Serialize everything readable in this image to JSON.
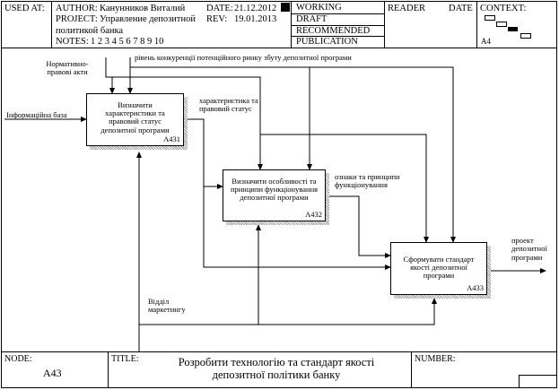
{
  "header": {
    "used_at_label": "USED AT:",
    "author_label": "AUTHOR:",
    "author_value": "Канунников Виталий",
    "project_label": "PROJECT:",
    "project_value_line1": "Управление депозитной",
    "project_value_line2": "политикой банка",
    "notes_label": "NOTES:",
    "notes_value": "1 2 3 4 5 6 7 8 9 10",
    "date_label": "DATE:",
    "date_value": "21.12.2012",
    "rev_label": "REV:",
    "rev_value": "19.01.2013",
    "status": [
      "WORKING",
      "DRAFT",
      "RECOMMENDED",
      "PUBLICATION"
    ],
    "reader_label": "READER",
    "reader_date_label": "DATE",
    "context_label": "CONTEXT:",
    "context_node": "A4"
  },
  "activities": [
    {
      "id": "A431",
      "label": "Визначити характеристики та правовий статус депозитної програми"
    },
    {
      "id": "A432",
      "label": "Визначити особливості та принципи функціонування депозитної програми"
    },
    {
      "id": "A433",
      "label": "Сформувати стандарт якості депозитної програми"
    }
  ],
  "arrows": {
    "normative": "Нормативно-правові акти",
    "competition": "рівень конкуренції потенційного ринку збуту депозитної програми",
    "info_base": "Інформаційна база",
    "char_status": "характеристика та правовий статус",
    "features": "ознаки та принципи функціонування",
    "project_output": "проект депозитної програми",
    "marketing": "Відділ маркетингу"
  },
  "footer": {
    "node_label": "NODE:",
    "node_value": "A43",
    "title_label": "TITLE:",
    "title_line1": "Розробити технологію та стандарт якості",
    "title_line2": "депозитної політики банку",
    "number_label": "NUMBER:"
  }
}
